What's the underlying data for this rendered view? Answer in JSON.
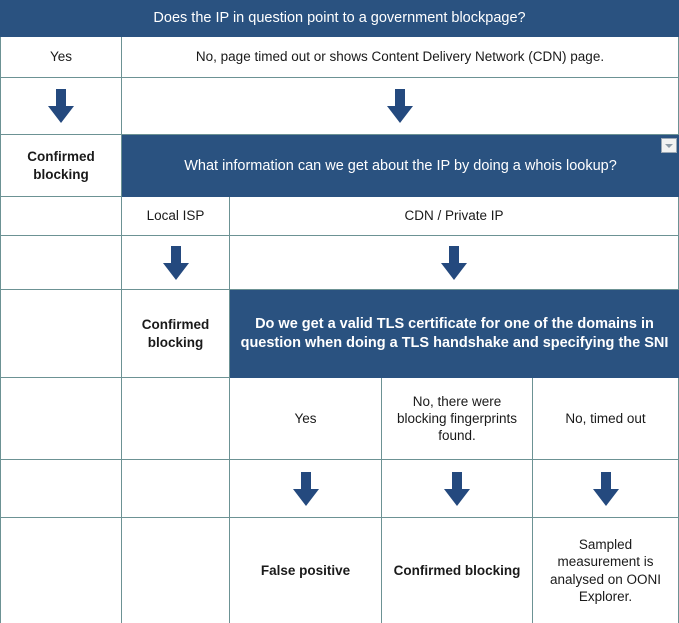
{
  "document": {
    "title": "Does the IP in question point to a government blockpage?",
    "accent_blue": "#2a5280",
    "arrow_blue": "#24497e",
    "gridline_color": "#6c9294"
  },
  "level1": {
    "question": "Does the IP in question point to a government blockpage?",
    "answer_yes": "Yes",
    "answer_no": "No, page timed out or shows Content Delivery Network (CDN) page.",
    "outcome_yes": "Confirmed blocking",
    "arrow_icon": "down-arrow-icon"
  },
  "level2": {
    "question": "What information can we get about the IP by doing a whois lookup?",
    "answer_local_isp": "Local ISP",
    "answer_cdn": "CDN / Private IP",
    "outcome_local_isp": "Confirmed blocking",
    "filter_dropdown_icon": "chevron-down-icon"
  },
  "level3": {
    "question": "Do we get a valid TLS certificate for one of the domains in question when doing a TLS handshake and specifying the SNI",
    "answers": [
      "Yes",
      "No, there were blocking fingerprints found.",
      "No, timed out"
    ],
    "outcomes": [
      "False positive",
      "Confirmed blocking",
      "Sampled measurement is analysed on OONI Explorer."
    ]
  }
}
